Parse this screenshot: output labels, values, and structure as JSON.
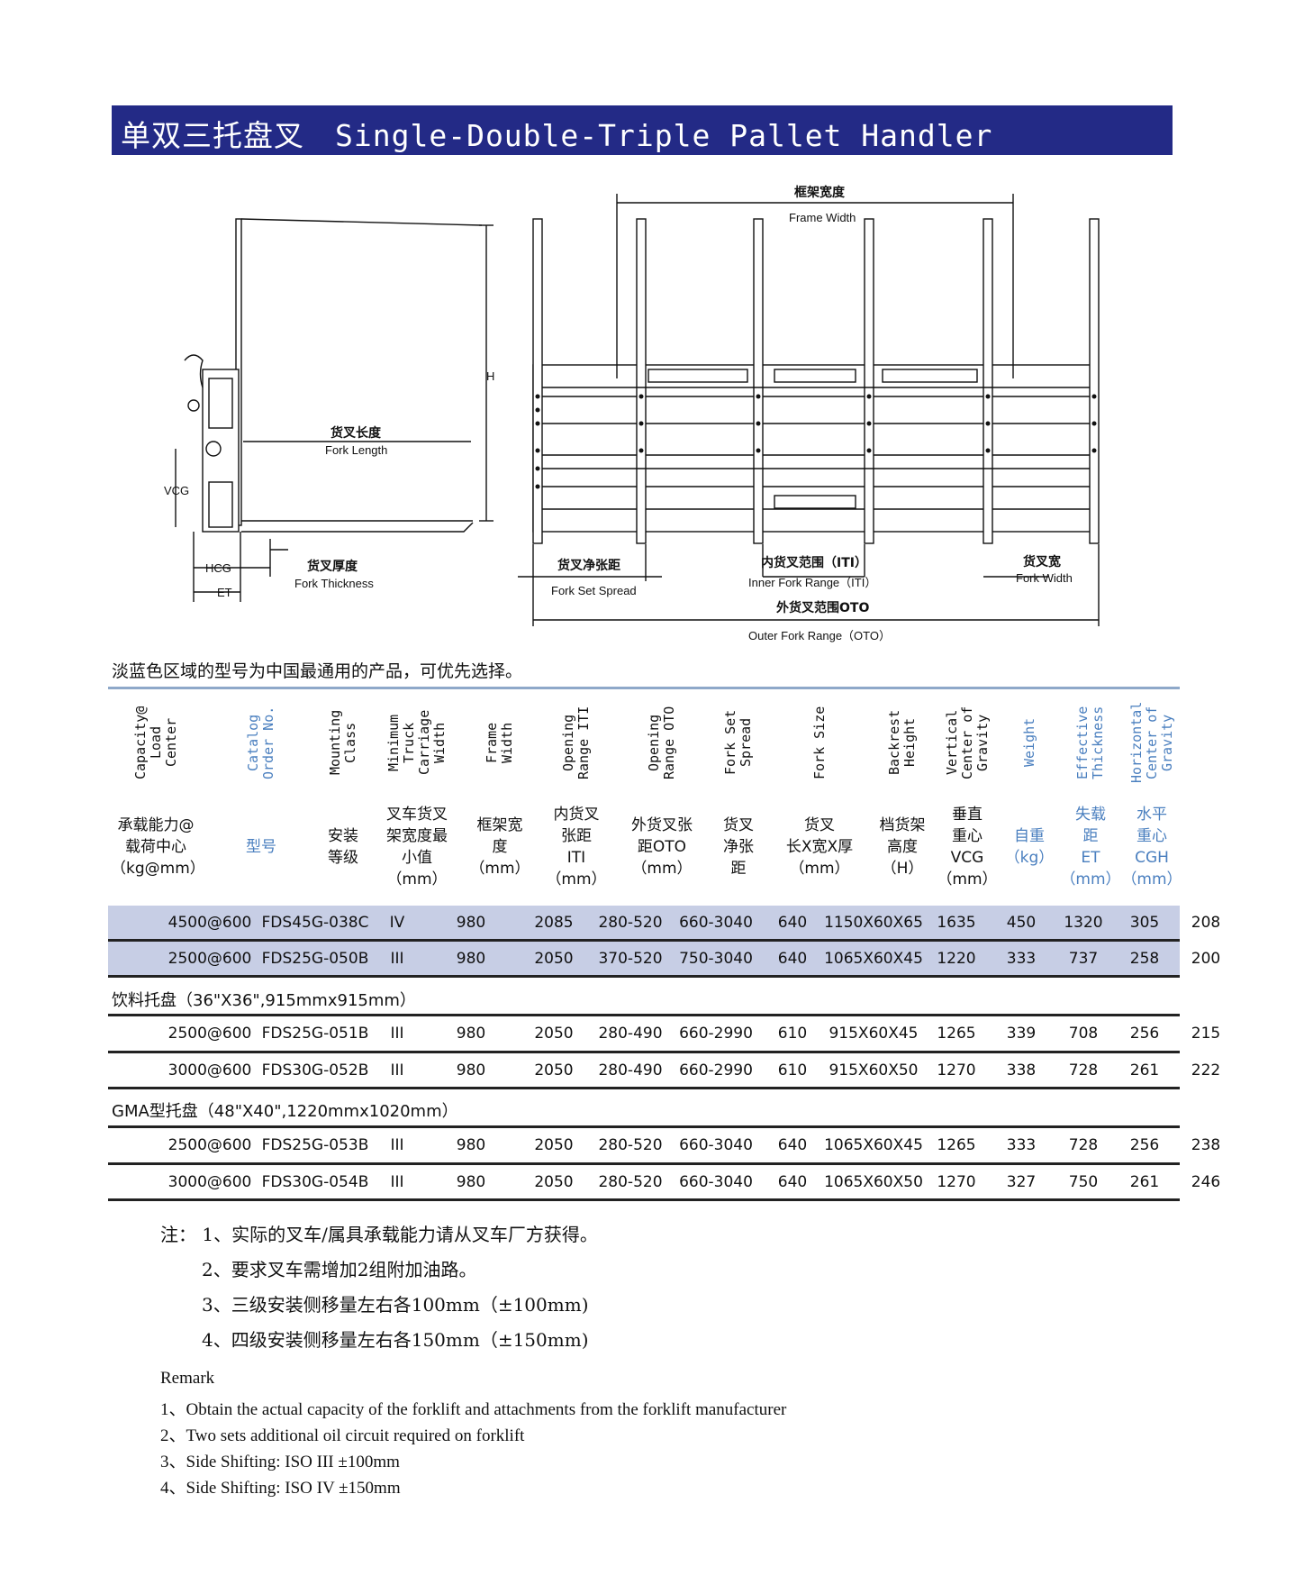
{
  "banner": {
    "title_cn": "单双三托盘叉",
    "title_en": "Single-Double-Triple Pallet Handler"
  },
  "diagram": {
    "frame_width_cn": "框架宽度",
    "frame_width_en": "Frame Width",
    "h": "H",
    "fork_length_cn": "货叉长度",
    "fork_length_en": "Fork Length",
    "vcg": "VCG",
    "hcg": "HCG",
    "et": "ET",
    "fork_thickness_cn": "货叉厚度",
    "fork_thickness_en": "Fork Thickness",
    "fork_set_spread_cn": "货叉净张距",
    "fork_set_spread_en": "Fork Set Spread",
    "inner_range_cn": "内货叉范围（ITI）",
    "inner_range_en": "Inner Fork Range（ITI）",
    "outer_range_cn": "外货叉范围OTO",
    "outer_range_en": "Outer Fork Range（OTO）",
    "fork_width_cn": "货叉宽",
    "fork_width_en": "Fork Width"
  },
  "intro": "淡蓝色区域的型号为中国最通用的产品，可优先选择。",
  "table": {
    "headers_en": [
      [
        "Capacity@",
        "Load",
        "Center"
      ],
      [
        "Catalog",
        "Order No."
      ],
      [
        "Mounting",
        "Class"
      ],
      [
        "Minimum",
        "Truck",
        "Carriage",
        "Width"
      ],
      [
        "Frame",
        "Width"
      ],
      [
        "Opening",
        "Range ITI"
      ],
      [
        "Opening",
        "Range OTO"
      ],
      [
        "Fork Set",
        "Spread"
      ],
      [
        "Fork Size"
      ],
      [
        "Backrest",
        "Height"
      ],
      [
        "Vertical",
        "Center of",
        "Gravity"
      ],
      [
        "Weight"
      ],
      [
        "Effective",
        "Thickness"
      ],
      [
        "Horizontal",
        "Center of",
        "Gravity"
      ]
    ],
    "headers_cn": [
      [
        "承载能力@",
        "载荷中心",
        "（kg@mm）"
      ],
      [
        "型号"
      ],
      [
        "安装",
        "等级"
      ],
      [
        "叉车货叉",
        "架宽度最",
        "小值",
        "（mm）"
      ],
      [
        "框架宽",
        "度",
        "（mm）"
      ],
      [
        "内货叉",
        "张距",
        "ITI",
        "（mm）"
      ],
      [
        "外货叉张",
        "距OTO",
        "（mm）"
      ],
      [
        "货叉",
        "净张",
        "距"
      ],
      [
        "货叉",
        "长X宽X厚",
        "（mm）"
      ],
      [
        "档货架",
        "高度",
        "（H）"
      ],
      [
        "垂直",
        "重心",
        "VCG",
        "（mm）"
      ],
      [
        "自重",
        "（kg）"
      ],
      [
        "失载",
        "距",
        "ET",
        "（mm）"
      ],
      [
        "水平",
        "重心",
        "CGH",
        "（mm）"
      ]
    ],
    "rows_main": [
      [
        "4500@600",
        "FDS45G-038C",
        "IV",
        "980",
        "2085",
        "280-520",
        "660-3040",
        "640",
        "1150X60X65",
        "1635",
        "450",
        "1320",
        "305",
        "208"
      ],
      [
        "2500@600",
        "FDS25G-050B",
        "III",
        "980",
        "2050",
        "370-520",
        "750-3040",
        "640",
        "1065X60X45",
        "1220",
        "333",
        "737",
        "258",
        "200"
      ]
    ],
    "group1_title": "饮料托盘（36\"X36\",915mmx915mm）",
    "rows_group1": [
      [
        "2500@600",
        "FDS25G-051B",
        "III",
        "980",
        "2050",
        "280-490",
        "660-2990",
        "610",
        "915X60X45",
        "1265",
        "339",
        "708",
        "256",
        "215"
      ],
      [
        "3000@600",
        "FDS30G-052B",
        "III",
        "980",
        "2050",
        "280-490",
        "660-2990",
        "610",
        "915X60X50",
        "1270",
        "338",
        "728",
        "261",
        "222"
      ]
    ],
    "group2_title": "GMA型托盘（48\"X40\",1220mmx1020mm）",
    "rows_group2": [
      [
        "2500@600",
        "FDS25G-053B",
        "III",
        "980",
        "2050",
        "280-520",
        "660-3040",
        "640",
        "1065X60X45",
        "1265",
        "333",
        "728",
        "256",
        "238"
      ],
      [
        "3000@600",
        "FDS30G-054B",
        "III",
        "980",
        "2050",
        "280-520",
        "660-3040",
        "640",
        "1065X60X50",
        "1270",
        "327",
        "750",
        "261",
        "246"
      ]
    ]
  },
  "notes_cn": [
    "注：  1、实际的叉车/属具承载能力请从叉车厂方获得。",
    "2、要求叉车需增加2组附加油路。",
    "3、三级安装侧移量左右各100mm（±100mm)",
    "4、四级安装侧移量左右各150mm（±150mm)"
  ],
  "notes_en": [
    "Remark",
    "1、Obtain the actual capacity of the forklift and attachments from the forklift manufacturer",
    "2、Two sets additional oil circuit required on forklift",
    "3、Side Shifting: ISO III ±100mm",
    "4、Side Shifting: ISO IV ±150mm"
  ]
}
